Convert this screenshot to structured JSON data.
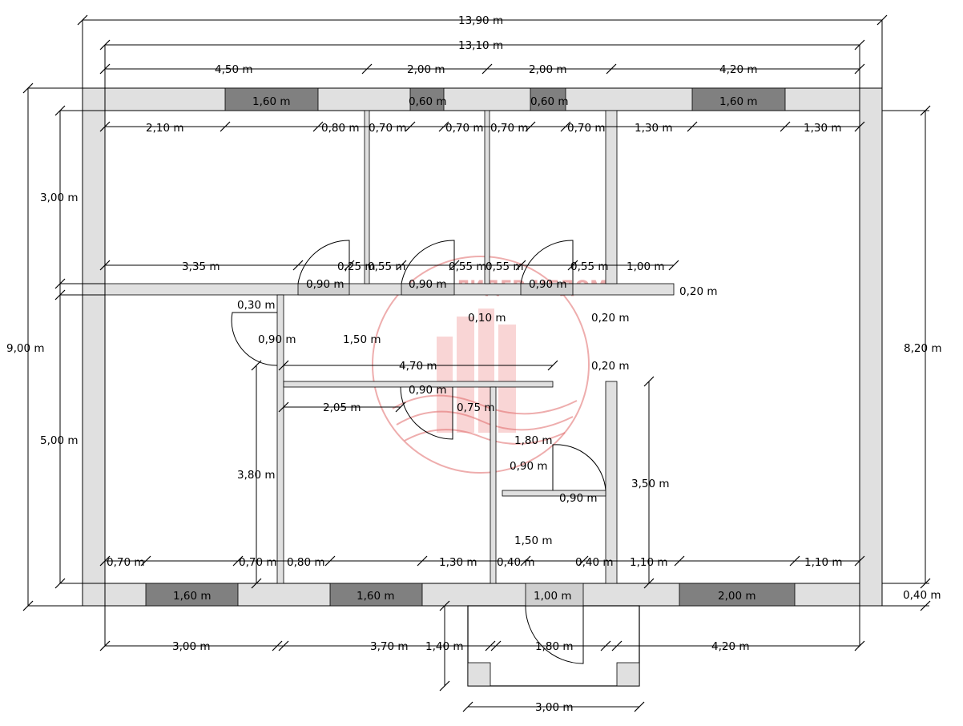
{
  "watermark": {
    "text": "ЛИДЕР-НЕДОМ"
  },
  "dimensions": [
    {
      "id": "d-total-outer",
      "text": "13,90 m"
    },
    {
      "id": "d-total-inner",
      "text": "13,10 m"
    },
    {
      "id": "d-room1",
      "text": "4,50 m"
    },
    {
      "id": "d-room2",
      "text": "2,00 m"
    },
    {
      "id": "d-room3",
      "text": "2,00 m"
    },
    {
      "id": "d-room4",
      "text": "4,20 m"
    },
    {
      "id": "d-win-top1",
      "text": "1,60 m"
    },
    {
      "id": "d-win-top2",
      "text": "0,60 m"
    },
    {
      "id": "d-win-top3",
      "text": "0,60 m"
    },
    {
      "id": "d-win-top4",
      "text": "1,60 m"
    },
    {
      "id": "d-seg-210",
      "text": "2,10 m"
    },
    {
      "id": "d-seg-080a",
      "text": "0,80 m"
    },
    {
      "id": "d-seg-070a",
      "text": "0,70 m"
    },
    {
      "id": "d-seg-070b",
      "text": "0,70 m"
    },
    {
      "id": "d-seg-070c",
      "text": "0,70 m"
    },
    {
      "id": "d-seg-070d",
      "text": "0,70 m"
    },
    {
      "id": "d-seg-130a",
      "text": "1,30 m"
    },
    {
      "id": "d-seg-130b",
      "text": "1,30 m"
    },
    {
      "id": "d-left-300",
      "text": "3,00 m"
    },
    {
      "id": "d-left-900",
      "text": "9,00 m"
    },
    {
      "id": "d-left-500",
      "text": "5,00 m"
    },
    {
      "id": "d-right-820",
      "text": "8,20 m"
    },
    {
      "id": "d-right-040",
      "text": "0,40 m"
    },
    {
      "id": "d-mid-335",
      "text": "3,35 m"
    },
    {
      "id": "d-mid-025",
      "text": "0,25 m"
    },
    {
      "id": "d-mid-055a",
      "text": "0,55 m"
    },
    {
      "id": "d-mid-055b",
      "text": "0,55 m"
    },
    {
      "id": "d-mid-055c",
      "text": "0,55 m"
    },
    {
      "id": "d-mid-055d",
      "text": "0,55 m"
    },
    {
      "id": "d-mid-100",
      "text": "1,00 m"
    },
    {
      "id": "d-mid-020",
      "text": "0,20 m"
    },
    {
      "id": "d-door-090a",
      "text": "0,90 m"
    },
    {
      "id": "d-door-090b",
      "text": "0,90 m"
    },
    {
      "id": "d-door-090c",
      "text": "0,90 m"
    },
    {
      "id": "d-030",
      "text": "0,30 m"
    },
    {
      "id": "d-door-090d",
      "text": "0,90 m"
    },
    {
      "id": "d-150a",
      "text": "1,50 m"
    },
    {
      "id": "d-010",
      "text": "0,10 m"
    },
    {
      "id": "d-020b",
      "text": "0,20 m"
    },
    {
      "id": "d-020c",
      "text": "0,20 m"
    },
    {
      "id": "d-470",
      "text": "4,70 m"
    },
    {
      "id": "d-door-090e",
      "text": "0,90 m"
    },
    {
      "id": "d-205",
      "text": "2,05 m"
    },
    {
      "id": "d-075",
      "text": "0,75 m"
    },
    {
      "id": "d-180a",
      "text": "1,80 m"
    },
    {
      "id": "d-door-090f",
      "text": "0,90 m"
    },
    {
      "id": "d-door-090g",
      "text": "0,90 m"
    },
    {
      "id": "d-380",
      "text": "3,80 m"
    },
    {
      "id": "d-350",
      "text": "3,50 m"
    },
    {
      "id": "d-150b",
      "text": "1,50 m"
    },
    {
      "id": "d-bot-070a",
      "text": "0,70 m"
    },
    {
      "id": "d-bot-070b",
      "text": "0,70 m"
    },
    {
      "id": "d-bot-080",
      "text": "0,80 m"
    },
    {
      "id": "d-bot-130",
      "text": "1,30 m"
    },
    {
      "id": "d-bot-040a",
      "text": "0,40 m"
    },
    {
      "id": "d-bot-040b",
      "text": "0,40 m"
    },
    {
      "id": "d-bot-110a",
      "text": "1,10 m"
    },
    {
      "id": "d-bot-110b",
      "text": "1,10 m"
    },
    {
      "id": "d-win-bot1",
      "text": "1,60 m"
    },
    {
      "id": "d-win-bot2",
      "text": "1,60 m"
    },
    {
      "id": "d-door-bot",
      "text": "1,00 m"
    },
    {
      "id": "d-win-bot3",
      "text": "2,00 m"
    },
    {
      "id": "d-under-300a",
      "text": "3,00 m"
    },
    {
      "id": "d-under-370",
      "text": "3,70 m"
    },
    {
      "id": "d-under-140",
      "text": "1,40 m"
    },
    {
      "id": "d-under-180",
      "text": "1,80 m"
    },
    {
      "id": "d-under-420",
      "text": "4,20 m"
    },
    {
      "id": "d-porch-300",
      "text": "3,00 m"
    }
  ]
}
